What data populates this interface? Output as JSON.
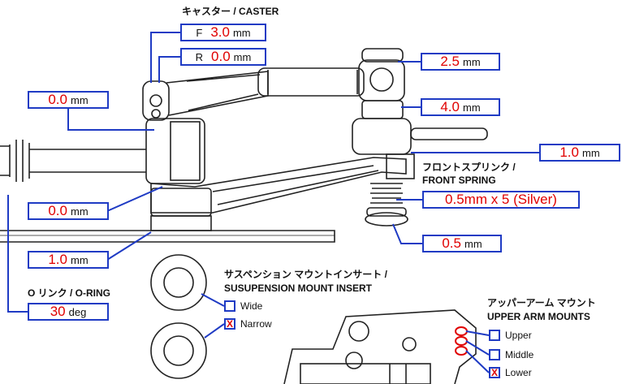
{
  "colors": {
    "accent": "#1f3bc4",
    "value": "#e00000",
    "drawing": "#222222"
  },
  "caster": {
    "title": "キャスター / CASTER",
    "front": {
      "prefix": "F",
      "value": "3.0",
      "unit": "mm"
    },
    "rear": {
      "prefix": "R",
      "value": "0.0",
      "unit": "mm"
    }
  },
  "measurements": {
    "left_top": {
      "value": "0.0",
      "unit": "mm"
    },
    "left_mid": {
      "value": "0.0",
      "unit": "mm"
    },
    "left_low": {
      "value": "1.0",
      "unit": "mm"
    },
    "right_top": {
      "value": "2.5",
      "unit": "mm"
    },
    "right_mid": {
      "value": "4.0",
      "unit": "mm"
    },
    "right_low": {
      "value": "1.0",
      "unit": "mm"
    },
    "spring_gap": {
      "value": "0.5",
      "unit": "mm"
    }
  },
  "front_spring": {
    "title_jp": "フロントスプリンク /",
    "title_en": "FRONT SPRING",
    "value": "0.5mm x 5 (Silver)"
  },
  "o_ring": {
    "title": "O リンク / O-RING",
    "value": "30",
    "unit": "deg"
  },
  "mount_insert": {
    "title_jp": "サスペンション マウントインサート /",
    "title_en": "SUSUPENSION MOUNT INSERT",
    "options": [
      {
        "label": "Wide",
        "checked": false
      },
      {
        "label": "Narrow",
        "checked": true
      }
    ]
  },
  "upper_arm": {
    "title_jp": "アッパーアーム マウント",
    "title_en": "UPPER ARM MOUNTS",
    "options": [
      {
        "label": "Upper",
        "checked": false
      },
      {
        "label": "Middle",
        "checked": false
      },
      {
        "label": "Lower",
        "checked": true
      }
    ]
  },
  "check_mark": "X"
}
